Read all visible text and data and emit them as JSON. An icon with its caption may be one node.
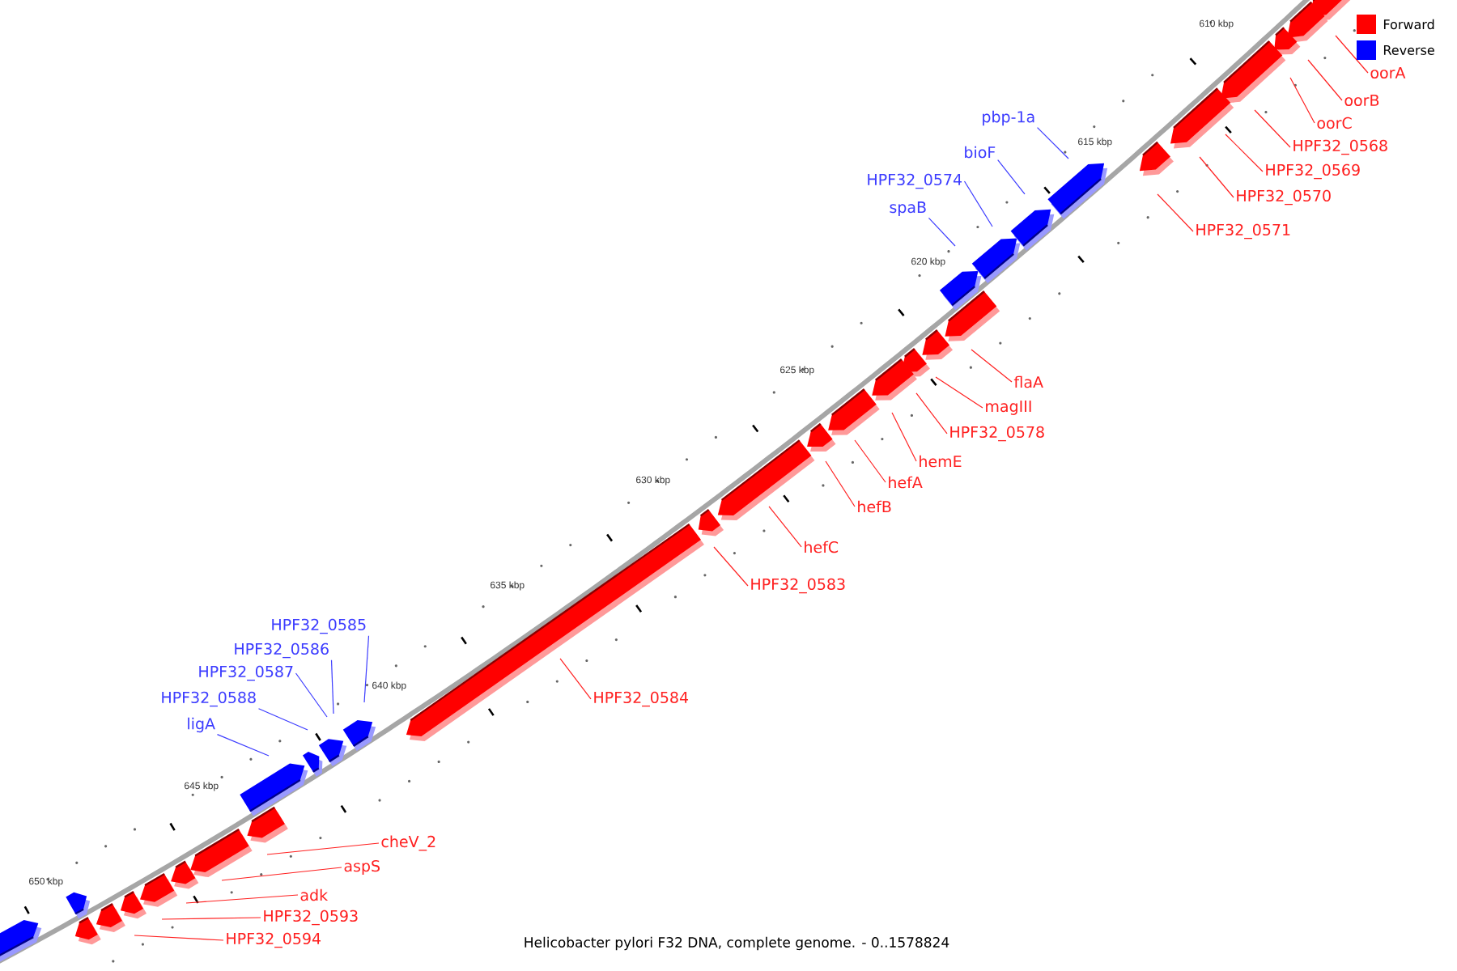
{
  "diagram": {
    "caption": "Helicobacter pylori F32 DNA, complete genome. - 0..1578824",
    "nodes": [
      {
        "text": [
          "oorA"
        ]
      },
      {
        "text": [
          "oorB"
        ]
      },
      {
        "text": [
          "pbp-1a"
        ]
      },
      {
        "text": [
          "oorC"
        ]
      },
      {
        "text": [
          "HPF32_0568"
        ]
      },
      {
        "text": [
          "bioF"
        ]
      },
      {
        "text": [
          "HPF32_0569"
        ]
      },
      {
        "text": [
          "HPF32_0574"
        ]
      },
      {
        "text": [
          "HPF32_0570"
        ]
      },
      {
        "text": [
          "spaB"
        ]
      },
      {
        "text": [
          "HPF32_0571"
        ]
      },
      {
        "text": [
          "flaA"
        ]
      },
      {
        "text": [
          "magIII"
        ]
      },
      {
        "text": [
          "HPF32_0578"
        ]
      },
      {
        "text": [
          "hemE"
        ]
      },
      {
        "text": [
          "hefA"
        ]
      },
      {
        "text": [
          "hefB"
        ]
      },
      {
        "text": [
          "hefC"
        ]
      },
      {
        "text": [
          "HPF32_0583"
        ]
      },
      {
        "text": [
          "HPF32_0585"
        ]
      },
      {
        "text": [
          "HPF32_0586"
        ]
      },
      {
        "text": [
          "HPF32_0587"
        ]
      },
      {
        "text": [
          "HPF32_0584"
        ]
      },
      {
        "text": [
          "HPF32_0588"
        ]
      },
      {
        "text": [
          "ligA"
        ]
      },
      {
        "text": [
          "cheV_2"
        ]
      },
      {
        "text": [
          "aspS"
        ]
      },
      {
        "text": [
          "adk"
        ]
      },
      {
        "text": [
          "HPF32_0593"
        ]
      },
      {
        "text": [
          "HPF32_0594"
        ]
      }
    ],
    "edges": [
      {
        "from": 0,
        "to": null,
        "arrow": "none"
      },
      {
        "from": 1,
        "to": null,
        "arrow": "none"
      },
      {
        "from": 2,
        "to": null,
        "arrow": "none",
        "color": "#3c3cff"
      },
      {
        "from": 3,
        "to": null,
        "arrow": "none"
      },
      {
        "from": 4,
        "to": null,
        "arrow": "none"
      },
      {
        "from": 5,
        "to": null,
        "arrow": "none",
        "color": "#3c3cff"
      },
      {
        "from": 6,
        "to": null,
        "arrow": "none"
      },
      {
        "from": 7,
        "to": null,
        "arrow": "none",
        "color": "#3c3cff"
      },
      {
        "from": 8,
        "to": null,
        "arrow": "none"
      },
      {
        "from": 9,
        "to": null,
        "arrow": "none",
        "color": "#3c3cff"
      },
      {
        "from": 10,
        "to": null,
        "arrow": "none"
      },
      {
        "from": 11,
        "to": null,
        "arrow": "none"
      },
      {
        "from": 12,
        "to": null,
        "arrow": "none"
      },
      {
        "from": 13,
        "to": null,
        "arrow": "none"
      },
      {
        "from": 14,
        "to": null,
        "arrow": "none"
      },
      {
        "from": 15,
        "to": null,
        "arrow": "none"
      },
      {
        "from": 16,
        "to": null,
        "arrow": "none"
      },
      {
        "from": 17,
        "to": null,
        "arrow": "none"
      },
      {
        "from": 18,
        "to": null,
        "arrow": "none"
      },
      {
        "from": 19,
        "to": null,
        "arrow": "none",
        "color": "#3c3cff"
      },
      {
        "from": 20,
        "to": null,
        "arrow": "none",
        "color": "#3c3cff"
      },
      {
        "from": 21,
        "to": null,
        "arrow": "none",
        "color": "#3c3cff"
      },
      {
        "from": 22,
        "to": null,
        "arrow": "none"
      },
      {
        "from": 23,
        "to": null,
        "arrow": "none",
        "color": "#3c3cff"
      },
      {
        "from": 24,
        "to": null,
        "arrow": "none",
        "color": "#3c3cff"
      },
      {
        "from": 25,
        "to": null,
        "arrow": "none"
      },
      {
        "from": 26,
        "to": null,
        "arrow": "none"
      },
      {
        "from": 27,
        "to": null,
        "arrow": "none"
      },
      {
        "from": 28,
        "to": null,
        "arrow": "none"
      },
      {
        "from": 29,
        "to": null,
        "arrow": "none"
      }
    ],
    "labels": [
      "610 kbp",
      "615 kbp",
      "620 kbp",
      "625 kbp",
      "630 kbp",
      "635 kbp",
      "640 kbp",
      "645 kbp",
      "650 kbp"
    ],
    "legend": [
      {
        "text": "Forward",
        "color": "#ff0000"
      },
      {
        "text": "Reverse",
        "color": "#0000ff"
      }
    ]
  }
}
